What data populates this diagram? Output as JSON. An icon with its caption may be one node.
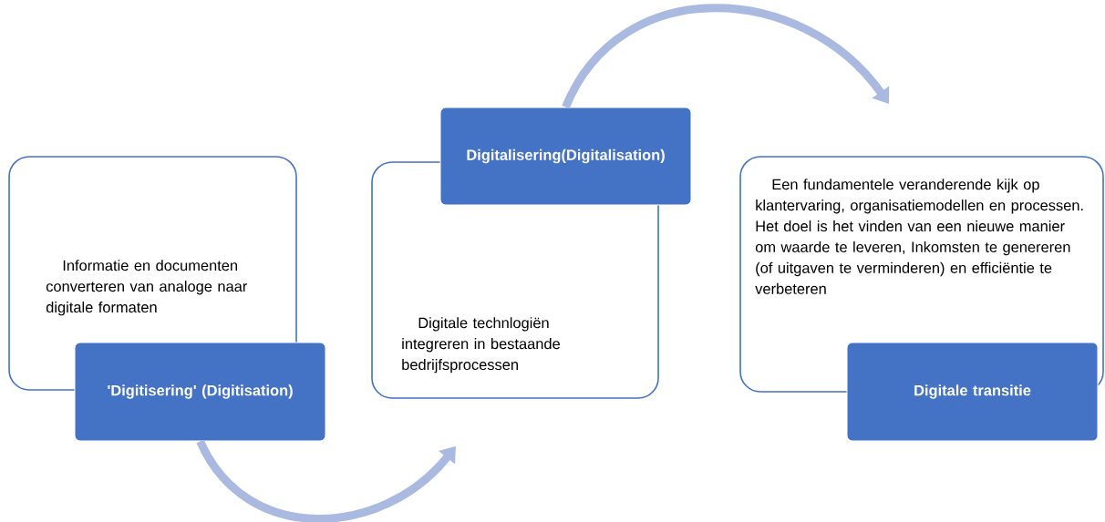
{
  "diagram": {
    "nodes": [
      {
        "text": [
          "Informatie en documenten converteren van analoge naar digitale formaten"
        ]
      },
      {
        "text": [
          "'Digitisering' (Digitisation)"
        ]
      },
      {
        "text": [
          "Digitale technlogiën integreren in bestaande bedrijfsprocessen"
        ]
      },
      {
        "text": [
          "Digitalisering(Digitalisation)"
        ]
      },
      {
        "text": [
          "Een fundamentele veranderende kijk op klantervaring, organisatiemodellen en processen. Het doel is het vinden van een nieuwe manier om waarde te leveren, Inkomsten te genereren (of uitgaven te verminderen) en efficiëntie te verbeteren"
        ]
      },
      {
        "text": [
          "Digitale transitie"
        ]
      }
    ],
    "edges": [
      {
        "from": 1,
        "to": 2,
        "arrow": "to"
      },
      {
        "from": 3,
        "to": 4,
        "arrow": "to"
      }
    ]
  }
}
